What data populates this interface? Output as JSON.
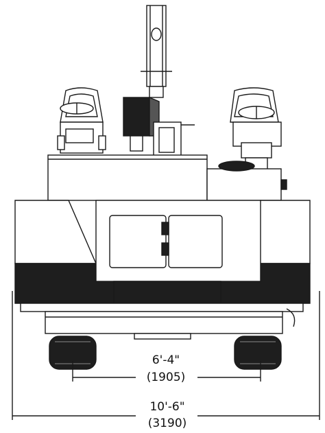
{
  "dimensions": {
    "inner": {
      "imperial": "6'-4\"",
      "metric": "(1905)"
    },
    "outer": {
      "imperial": "10'-6\"",
      "metric": "(3190)"
    }
  },
  "colors": {
    "line": "#1a1a1a",
    "dark_panel": "#1e1e1e",
    "light_fill": "#ffffff"
  }
}
